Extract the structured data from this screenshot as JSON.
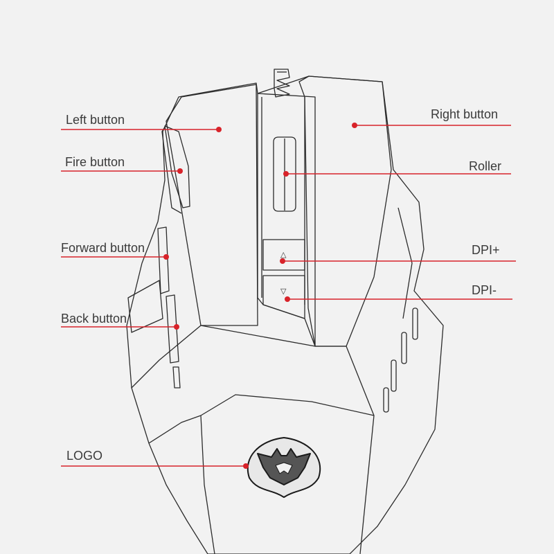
{
  "diagram": {
    "subject": "gaming mouse",
    "line_color": "#d8232a",
    "outline_color": "#2b2b2b",
    "labels": {
      "left_button": "Left button",
      "right_button": "Right button",
      "fire_button": "Fire button",
      "roller": "Roller",
      "forward_button": "Forward button",
      "dpi_plus": "DPI+",
      "dpi_minus": "DPI-",
      "back_button": "Back button",
      "logo": "LOGO"
    },
    "dpi_up_glyph": "△",
    "dpi_down_glyph": "▽"
  }
}
